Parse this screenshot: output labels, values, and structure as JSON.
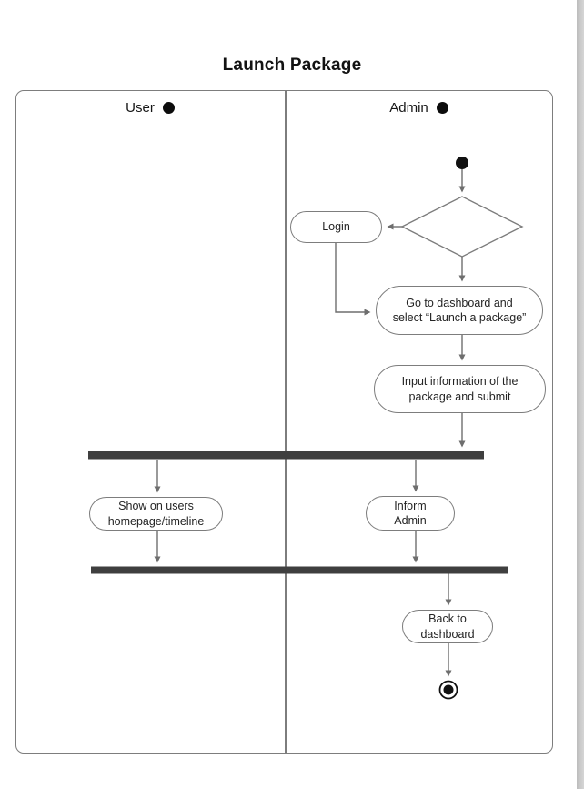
{
  "page": {
    "title": "Launch Package"
  },
  "swimlanes": {
    "user": {
      "label": "User"
    },
    "admin": {
      "label": "Admin"
    }
  },
  "nodes": {
    "login": {
      "label": "Login"
    },
    "go_dashboard": {
      "line1": "Go to dashboard and",
      "line2": "select “Launch a package”"
    },
    "input_info": {
      "line1": "Input information of the",
      "line2": "package and submit"
    },
    "show_users": {
      "line1": "Show on users",
      "line2": "homepage/timeline"
    },
    "inform_admin": {
      "line1": "Inform",
      "line2": "Admin"
    },
    "back_dashboard": {
      "line1": "Back to",
      "line2": "dashboard"
    }
  },
  "icons": {
    "lane_marker": "filled-circle",
    "start": "initial-node",
    "end": "final-node"
  },
  "colors": {
    "connector": "#6e6e6e",
    "node_border": "#7d7d7d",
    "sync_bar": "#3f3f3f",
    "text": "#252525",
    "page_edge": "#c6c6c6"
  }
}
